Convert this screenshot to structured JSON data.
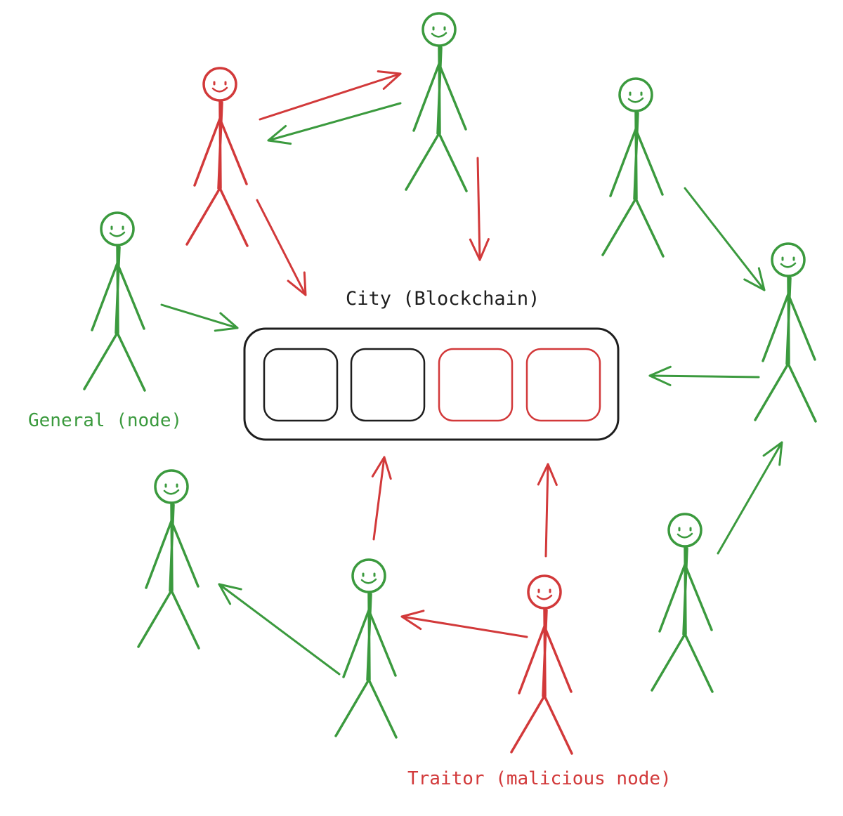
{
  "colors": {
    "honest": "#3b9a3e",
    "traitor": "#d2393a",
    "ink": "#1e1e1e"
  },
  "labels": {
    "city": "City (Blockchain)",
    "general": "General (node)",
    "traitor": "Traitor (malicious node)"
  },
  "blocks": [
    {
      "status": "honest"
    },
    {
      "status": "honest"
    },
    {
      "status": "traitor"
    },
    {
      "status": "traitor"
    }
  ],
  "figures": [
    {
      "id": "traitor-top",
      "role": "traitor"
    },
    {
      "id": "general-top",
      "role": "honest"
    },
    {
      "id": "general-top-right",
      "role": "honest"
    },
    {
      "id": "general-left",
      "role": "honest"
    },
    {
      "id": "general-right",
      "role": "honest"
    },
    {
      "id": "general-bottom-left",
      "role": "honest"
    },
    {
      "id": "general-bottom-center",
      "role": "honest"
    },
    {
      "id": "traitor-bottom",
      "role": "traitor"
    },
    {
      "id": "general-bottom-right",
      "role": "honest"
    }
  ],
  "messages": [
    {
      "from": "traitor-top",
      "to": "general-top",
      "role": "traitor"
    },
    {
      "from": "general-top",
      "to": "traitor-top",
      "role": "honest"
    },
    {
      "from": "traitor-top",
      "to": "city",
      "role": "traitor"
    },
    {
      "from": "general-top",
      "to": "city",
      "role": "traitor"
    },
    {
      "from": "general-left",
      "to": "city",
      "role": "honest"
    },
    {
      "from": "general-top-right",
      "to": "general-right",
      "role": "honest"
    },
    {
      "from": "general-right",
      "to": "city",
      "role": "honest"
    },
    {
      "from": "general-bottom-right",
      "to": "general-right",
      "role": "honest"
    },
    {
      "from": "general-bottom-center",
      "to": "city",
      "role": "traitor"
    },
    {
      "from": "traitor-bottom",
      "to": "city",
      "role": "traitor"
    },
    {
      "from": "traitor-bottom",
      "to": "general-bottom-center",
      "role": "traitor"
    },
    {
      "from": "general-bottom-center",
      "to": "general-bottom-left",
      "role": "honest"
    }
  ]
}
